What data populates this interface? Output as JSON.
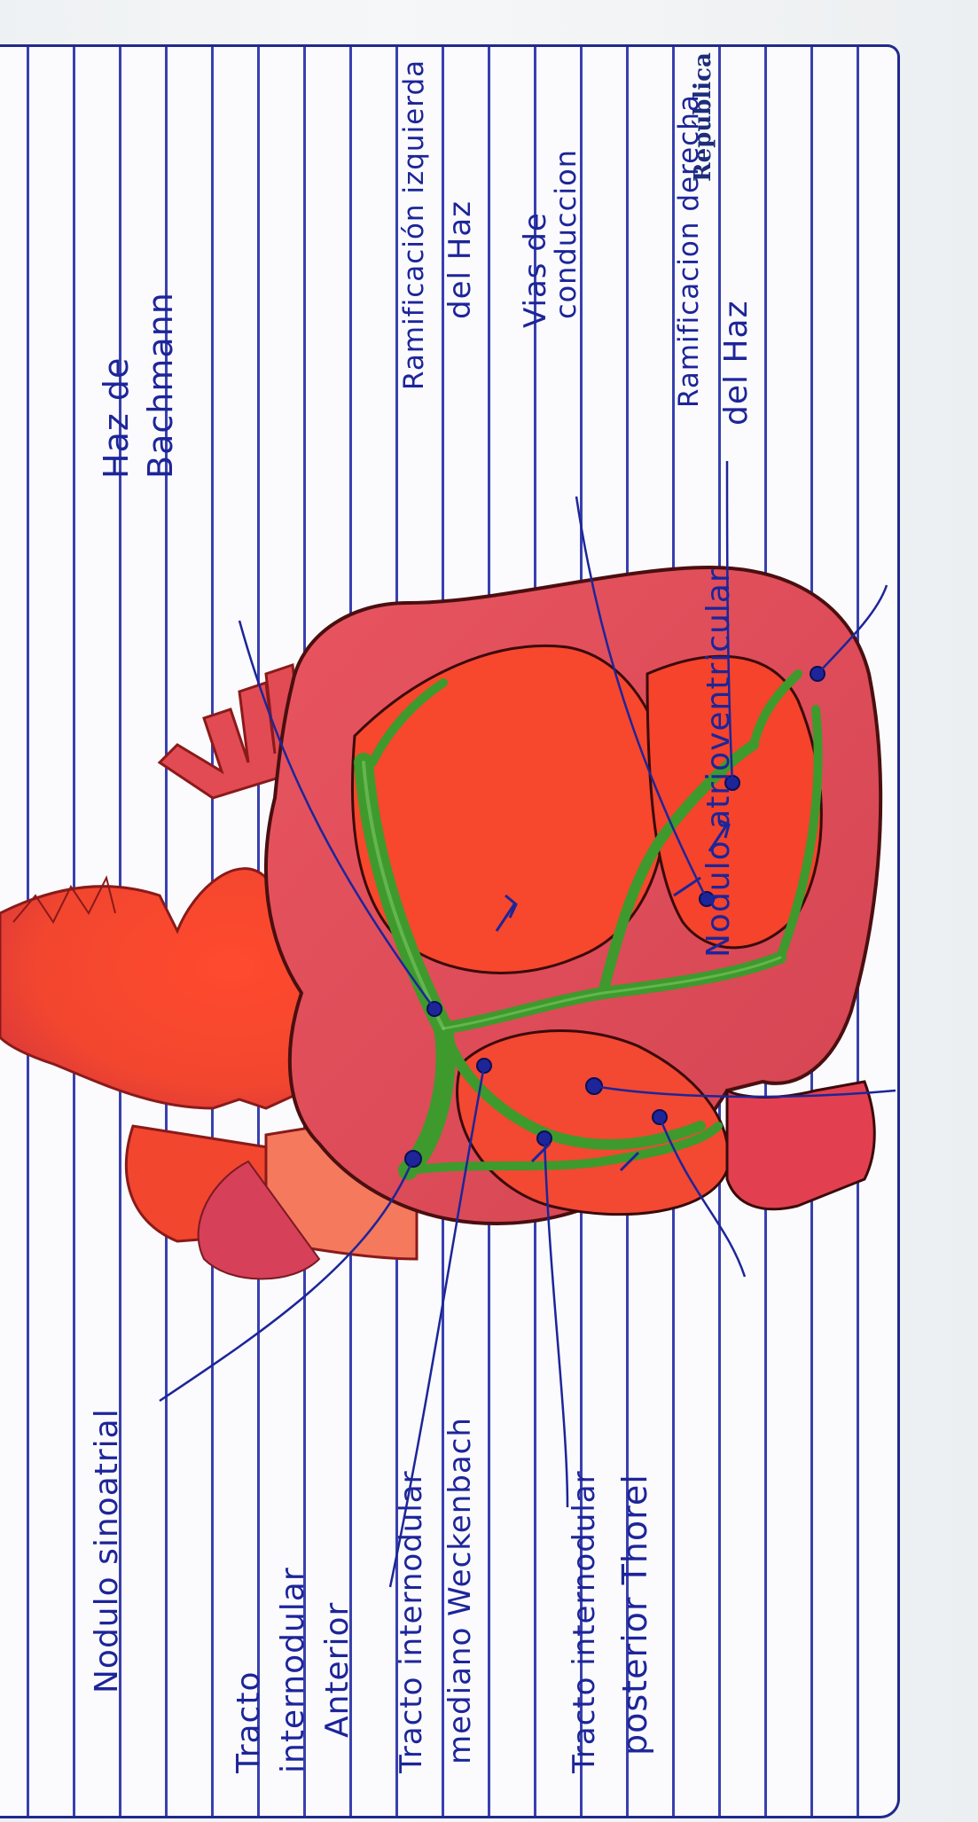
{
  "notebook": {
    "brand": "República"
  },
  "diagram": {
    "labels": {
      "nodulo_sinoatrial": "Nodulo sinoatrial",
      "tracto_anterior_1": "Tracto",
      "tracto_anterior_2": "internodular",
      "tracto_anterior_3": "Anterior",
      "tracto_medio_1": "Tracto internodular",
      "tracto_medio_2": "mediano Weckenbach",
      "tracto_posterior_1": "Tracto internodular",
      "tracto_posterior_2": "posterior Thorel",
      "haz_bachmann_1": "Haz de",
      "haz_bachmann_2": "Bachmann",
      "ramificacion_izq_1": "Ramificación izquierda",
      "ramificacion_izq_2": "del Haz",
      "vias_1": "Vias de",
      "vias_2": "conduccion",
      "ramificacion_der_1": "Ramificacion derecha",
      "ramificacion_der_2": "del Haz",
      "nodulo_av": "Nodulo atrioventricular"
    },
    "colors": {
      "ink": "#1d2599",
      "paper_lines": "#2730a8",
      "heart_red": "#f2462f",
      "heart_pink": "#e2505c",
      "conduction_green": "#3e9a2c"
    }
  }
}
